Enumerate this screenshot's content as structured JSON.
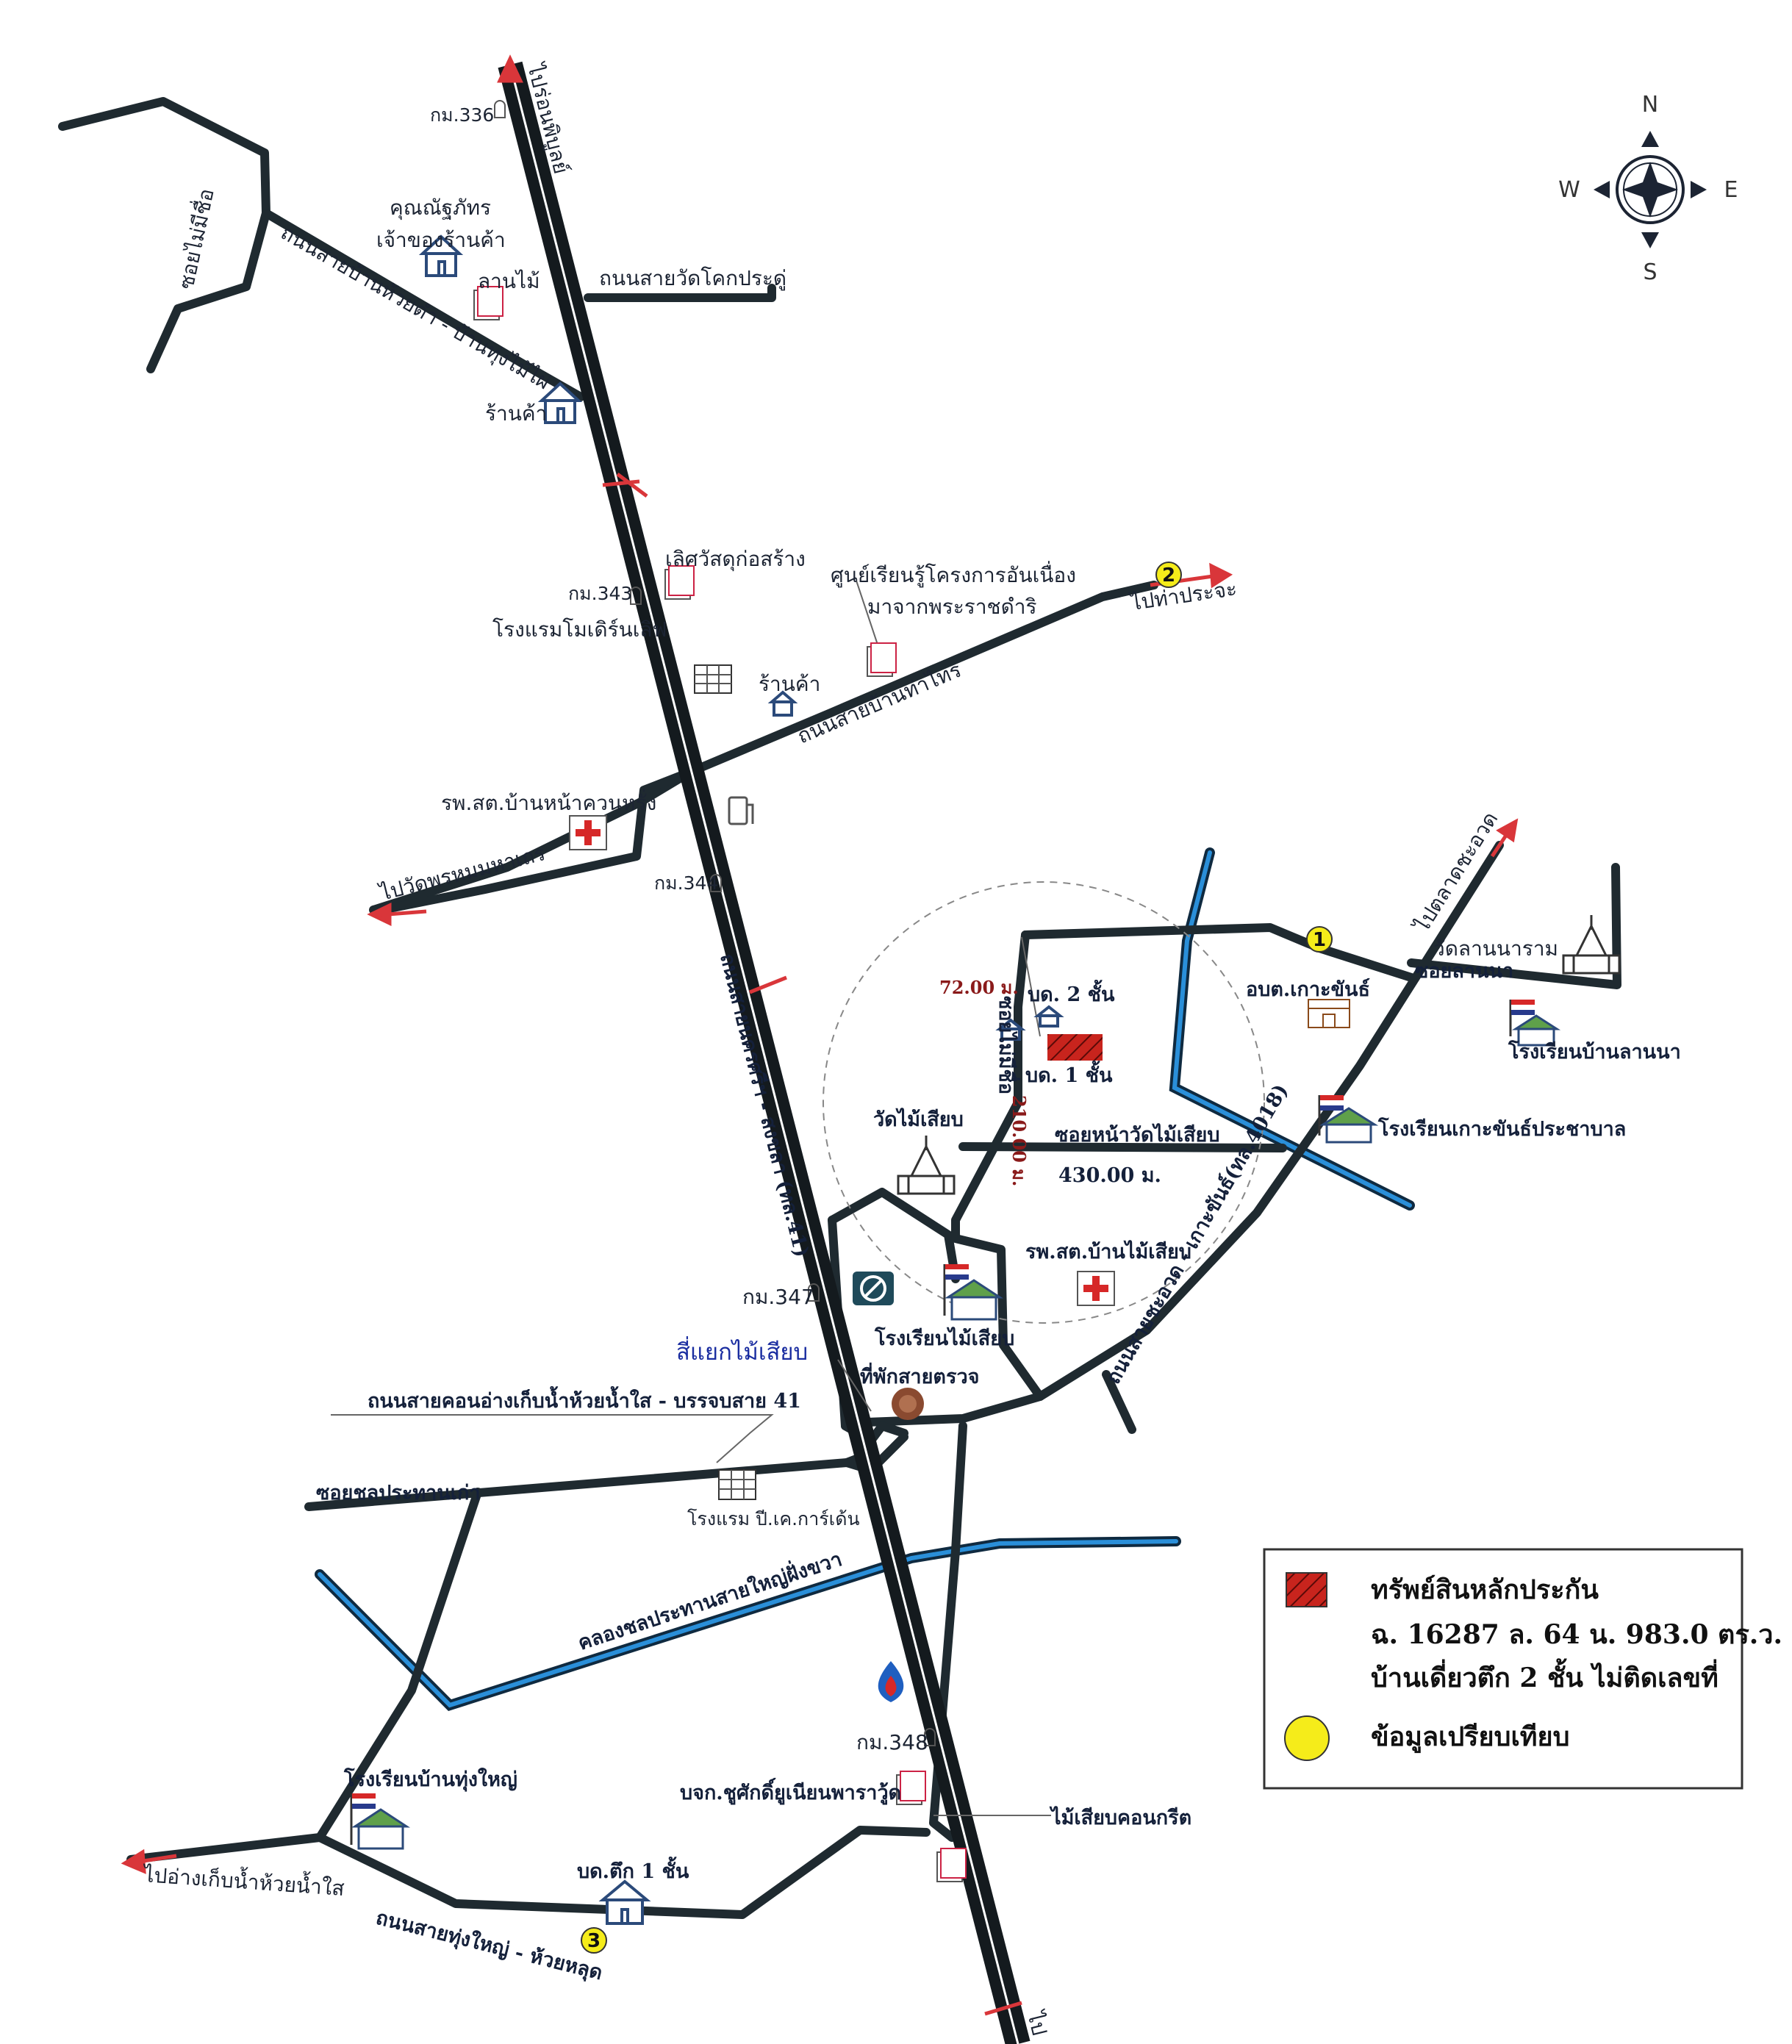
{
  "compass": {
    "n": "N",
    "s": "S",
    "e": "E",
    "w": "W"
  },
  "roads": {
    "highway": "ถนนสายนครศรีฯ - สงขลา (ทล.41)",
    "highway_north": "ไปร่อนพิบูลย์",
    "highway_south": "ไป",
    "road_tha_prachak": "ถนนสายบ้านท่าไทร",
    "to_tha_prachak": "ไปท่าประจะ",
    "to_wat_phrom": "ไปวัดพรหมมหาเถร",
    "road_huaydam": "ถนนสายบ้านห้วยดำ - บ้านทุ่งไม้ไผ่",
    "soi_mai_mi_chue": "ซอยไม่มีชื่อ",
    "road_wat_khok": "ถนนสายวัดโคกประดู่",
    "soi_mai_mi_chue2": "ซอยไม่มีชื่อ",
    "soi_na_wat": "ซอยหน้าวัดไม้เสียบ",
    "road_chauat": "ถนนสายชะอวด - เกาะขันธ์(ทล.4018)",
    "to_talad_chauat": "ไปตลาดชะอวด",
    "soi_lannana": "ซอยลานนา",
    "intersection": "สี่แยกไม้เสียบ",
    "road_don_ang": "ถนนสายคอนอ่างเก็บน้ำห้วยน้ำใส - บรรจบสาย 41",
    "soi_chon": "ซอยชลประทานเก่า",
    "canal": "คลองชลประทานสายใหญ่ฝั่งขวา",
    "road_thung_yai": "ถนนสายทุ่งใหญ่ - ห้วยหลุด",
    "to_ang_kep_nam": "ไปอ่างเก็บน้ำห้วยน้ำใส"
  },
  "places": {
    "km336": "กม.336",
    "khun_rat": "คุณณัฐภัทร",
    "khun_rat2": "เจ้าของร้านค้า",
    "lan_mai": "ลานไม้",
    "shop1": "ร้านค้า",
    "km343": "กม.343",
    "lert_wat": "เลิศวัสดุก่อสร้าง",
    "learning_center": "ศูนย์เรียนรู้โครงการอันเนื่อง",
    "learning_center2": "มาจากพระราชดำริ",
    "hotel_modern": "โรงแรมโมเดิร์นเลิฟ",
    "shop2": "ร้านค้า",
    "rpst_ban_na": "รพ.สต.บ้านหน้าควนหรั่ง",
    "km344": "กม.344",
    "wat_lannaram": "วัดลานนาราม",
    "obt_koh_khan": "อบต.เกาะขันธ์",
    "school_lannana": "โรงเรียนบ้านลานนา",
    "school_koh_khan": "โรงเรียนเกาะขันธ์ประชาบาล",
    "house2": "บด. 2 ชั้น",
    "house1": "บด. 1 ชั้น",
    "wat_mai_siap": "วัดไม้เสียบ",
    "rpst_mai_siap": "รพ.สต.บ้านไม้เสียบ",
    "km347": "กม.347",
    "school_mai_siap": "โรงเรียนไม้เสียบ",
    "police_box": "ที่พักสายตรวจ",
    "hotel_pk": "โรงแรม ปี.เค.การ์เด้น",
    "km348": "กม.348",
    "bjk_chusak": "บจก.ชูศักดิ์ยูเนียนพาราวู้ด",
    "mai_siap_concrete": "ไม้เสียบคอนกรีต",
    "school_thung_yai": "โรงเรียนบ้านทุ่งใหญ่",
    "house_1_floor": "บด.ตึก 1 ชั้น"
  },
  "distances": {
    "d72": "72.00 ม.",
    "d210": "210.00 ม.",
    "d430": "430.00 ม."
  },
  "markers": {
    "m1": "1",
    "m2": "2",
    "m3": "3"
  },
  "legend": {
    "collateral": "ทรัพย์สินหลักประกัน",
    "line2": "ฉ. 16287  ล. 64  น. 983.0 ตร.ว.",
    "line3": "บ้านเดี่ยวตึก 2 ชั้น ไม่ติดเลขที่",
    "comparison": "ข้อมูลเปรียบเทียบ"
  },
  "colors": {
    "road": "#1f2a30",
    "highway": "#141a1e",
    "canal": "#2a8fd9",
    "collateral": "#c8241d",
    "marker": "#f5ec1a",
    "arrow": "#d9363a"
  }
}
